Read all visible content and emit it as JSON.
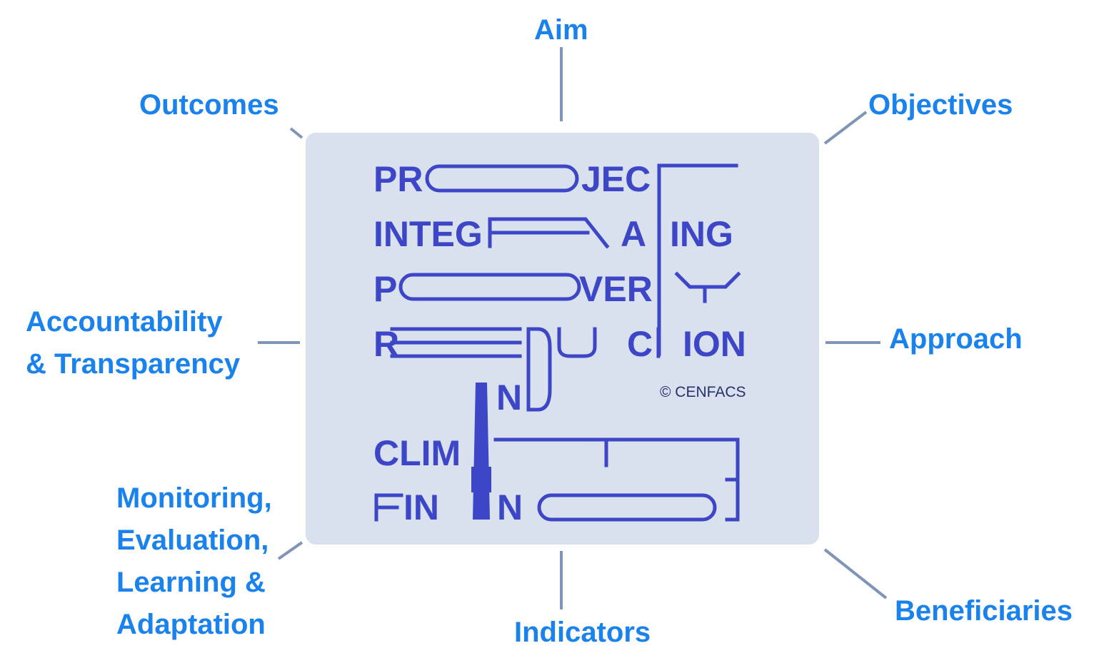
{
  "colors": {
    "label": "#1a82ec",
    "connector": "#7f95b8",
    "box_fill": "#d9e0ee",
    "logo": "#3c46c7",
    "copyright": "#26316c"
  },
  "labels": {
    "aim": "Aim",
    "outcomes": "Outcomes",
    "objectives": "Objectives",
    "accountability": [
      "Accountability",
      "& Transparency"
    ],
    "approach": "Approach",
    "melea": [
      "Monitoring,",
      "Evaluation,",
      "Learning &",
      "Adaptation"
    ],
    "indicators": "Indicators",
    "beneficiaries": "Beneficiaries"
  },
  "logo": {
    "title_letters": {
      "line1_a": "PR",
      "line1_b": "JEC",
      "line2_a": "INTEG",
      "line2_b": "A",
      "line2_c": "ING",
      "line3_a": "P",
      "line3_b": "VER",
      "line4_a": "R",
      "line4_b": "C",
      "line4_c": "ION",
      "line5_a": "N",
      "line6_a": "CLIM",
      "line7_a": "IN",
      "line7_b": "N"
    },
    "copyright": "© CENFACS"
  }
}
